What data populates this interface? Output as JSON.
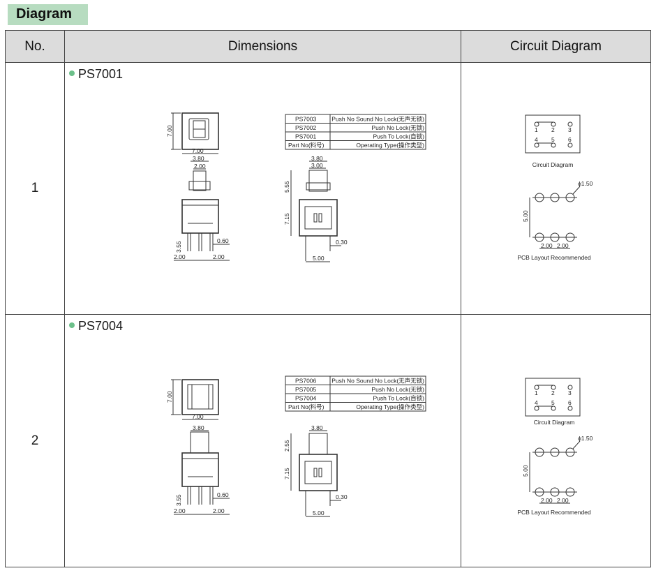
{
  "header_tag": "Diagram",
  "columns": {
    "no": "No.",
    "dimensions": "Dimensions",
    "circuit": "Circuit Diagram"
  },
  "colors": {
    "tag_bg": "#b7dcc0",
    "dot": "#6cc08a",
    "header_bg": "#dcdcdc",
    "line": "#333333"
  },
  "rows": [
    {
      "no": "1",
      "part": "PS7001",
      "spec_table": [
        [
          "PS7003",
          "Push No Sound No Lock(无声无锁)"
        ],
        [
          "PS7002",
          "Push No Lock(无锁)"
        ],
        [
          "PS7001",
          "Push To Lock(自锁)"
        ],
        [
          "Part No(料号)",
          "Operating Type(操作类型)"
        ]
      ],
      "top_w": "7.00",
      "top_h": "7.00",
      "cap_w": "3.80",
      "stem_w": "2.00",
      "pin_len": "3.55",
      "pin_w": "0.60",
      "pitch_l": "2.00",
      "pitch_r": "2.00",
      "side_cap_w": "3.80",
      "side_stem_w": "3.00",
      "side_h1": "5.55",
      "side_h2": "7.15",
      "side_pin": "0.30",
      "side_w": "5.00",
      "circuit_pins": [
        "1",
        "2",
        "3",
        "4",
        "5",
        "6"
      ],
      "circuit_label": "Circuit Diagram",
      "hole_dia": "ϕ1.50",
      "row_gap": "5.00",
      "pcb_pitch_l": "2.00",
      "pcb_pitch_r": "2.00",
      "pcb_label": "PCB Layout Recommended"
    },
    {
      "no": "2",
      "part": "PS7004",
      "spec_table": [
        [
          "PS7006",
          "Push No Sound No Lock(无声无锁)"
        ],
        [
          "PS7005",
          "Push No Lock(无锁)"
        ],
        [
          "PS7004",
          "Push To Lock(自锁)"
        ],
        [
          "Part No(料号)",
          "Operating Type(操作类型)"
        ]
      ],
      "top_w": "7.00",
      "top_h": "7.00",
      "cap_w": "3.80",
      "pin_len": "3.55",
      "pin_w": "0.60",
      "pitch_l": "2.00",
      "pitch_r": "2.00",
      "side_cap_w": "3.80",
      "side_h1": "2.55",
      "side_h2": "7.15",
      "side_pin": "0.30",
      "side_w": "5.00",
      "circuit_pins": [
        "1",
        "2",
        "3",
        "4",
        "5",
        "6"
      ],
      "circuit_label": "Circuit Diagram",
      "hole_dia": "ϕ1.50",
      "row_gap": "5.00",
      "pcb_pitch_l": "2.00",
      "pcb_pitch_r": "2.00",
      "pcb_label": "PCB Layout Recommended"
    }
  ]
}
